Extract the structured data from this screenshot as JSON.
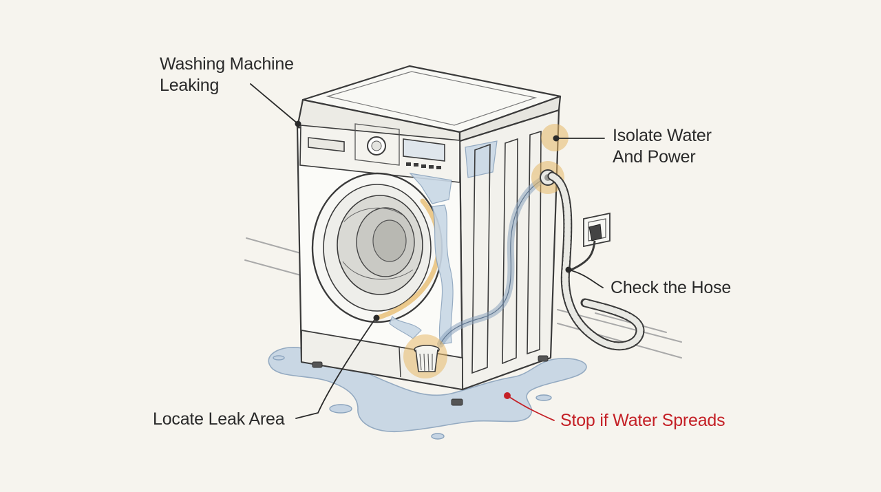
{
  "labels": {
    "washing_machine_line1": "Washing Machine",
    "washing_machine_line2": "Leaking",
    "isolate_line1": "Isolate Water",
    "isolate_line2": "And Power",
    "check_hose": "Check the Hose",
    "locate_leak": "Locate Leak Area",
    "stop_spread": "Stop if Water Spreads"
  },
  "colors": {
    "background": "#f6f4ee",
    "ink": "#3a3a3a",
    "label_text": "#2a2a2a",
    "warning_text": "#c42026",
    "highlight": "#e7b969",
    "water": "#b9cbdd",
    "water_edge": "#8aa3bd"
  },
  "icons": [
    "washing-machine-illustration",
    "water-puddle",
    "inlet-hose",
    "power-socket",
    "power-plug",
    "drain-filter"
  ]
}
